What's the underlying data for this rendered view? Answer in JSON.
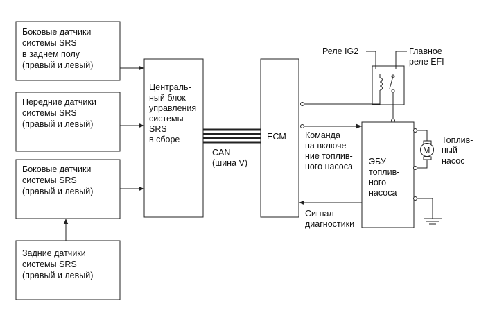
{
  "boxes": {
    "side_sensors_floor": [
      "Боковые датчики",
      "системы SRS",
      "в заднем полу",
      "(правый и левый)"
    ],
    "front_sensors": [
      "Передние датчики",
      "системы SRS",
      "(правый и левый)"
    ],
    "side_sensors": [
      "Боковые датчики",
      "системы SRS",
      "(правый и левый)"
    ],
    "rear_sensors": [
      "Задние датчики",
      "системы SRS",
      "(правый и левый)"
    ],
    "srs_center_unit": [
      "Централь-",
      "ный блок",
      "управления",
      "системы",
      "SRS",
      "в сборе"
    ],
    "ecm": [
      "ECM"
    ],
    "fuel_pump_ecu": [
      "ЭБУ",
      "топлив-",
      "ного",
      "насоса"
    ]
  },
  "labels": {
    "can_bus": [
      "CAN",
      "(шина V)"
    ],
    "relay_ig2": [
      "Реле IG2"
    ],
    "main_relay_efi": [
      "Главное",
      "реле EFI"
    ],
    "pump_command": [
      "Команда",
      "на включе-",
      "ние топлив-",
      "ного насоса"
    ],
    "diag_signal": [
      "Сигнал",
      "диагностики"
    ],
    "fuel_pump": [
      "Топлив-",
      "ный",
      "насос"
    ],
    "motor_symbol": [
      "M"
    ]
  },
  "colors": {
    "line": "#222222",
    "background": "#ffffff",
    "text": "#111111"
  }
}
